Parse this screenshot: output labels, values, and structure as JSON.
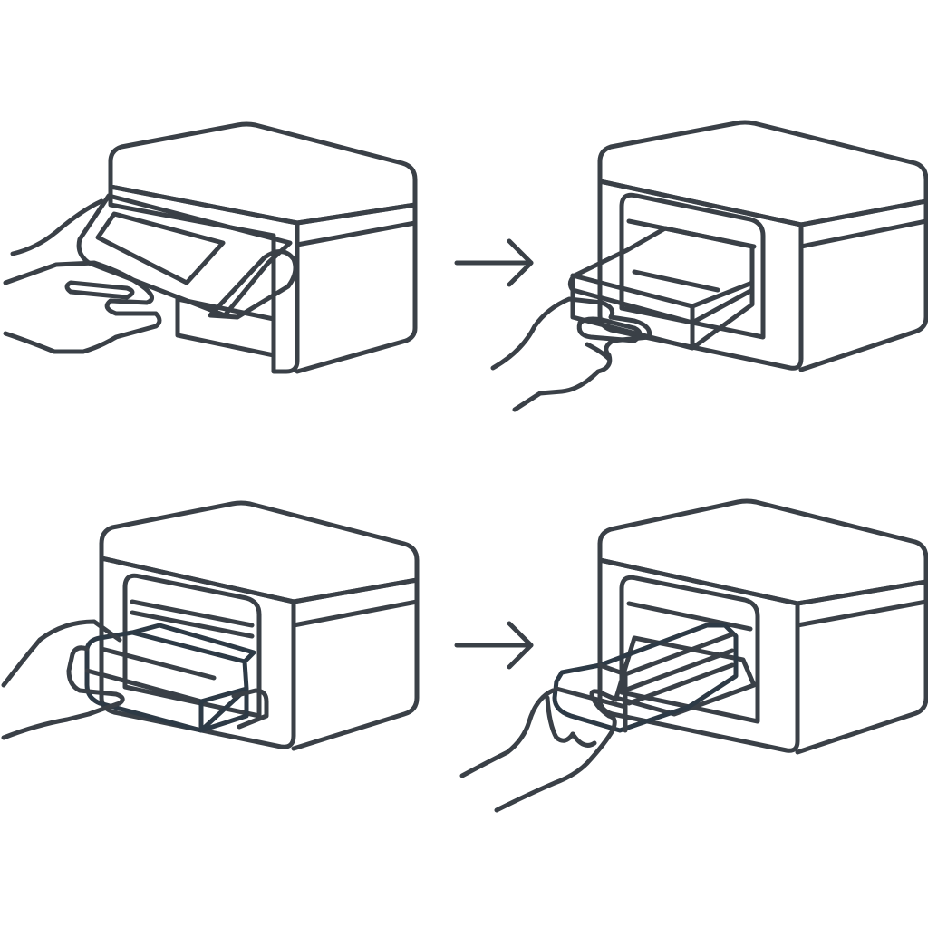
{
  "diagram": {
    "type": "instruction-steps",
    "steps": [
      {
        "id": "step-1",
        "description_icon": "printer-open-tray-icon"
      },
      {
        "id": "step-2",
        "description_icon": "printer-tray-pulled-icon"
      },
      {
        "id": "step-3",
        "description_icon": "printer-cartridge-insert-icon"
      },
      {
        "id": "step-4",
        "description_icon": "printer-cartridge-seated-icon"
      }
    ],
    "arrows": [
      "arrow-right-icon",
      "arrow-right-icon"
    ]
  },
  "colors": {
    "outline": "#3a4047",
    "panel_fill": "#e9eef3",
    "cartridge_fill": "#56b2ee",
    "cartridge_stroke": "#2d3a46",
    "background": "#ffffff"
  }
}
